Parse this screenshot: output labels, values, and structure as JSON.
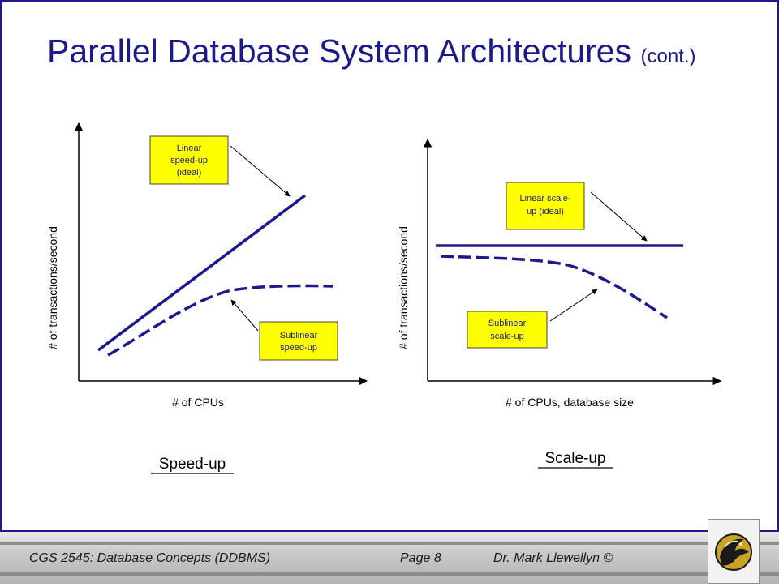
{
  "slide": {
    "title": "Parallel Database System Architectures",
    "title_suffix": "(cont.)"
  },
  "diagrams": {
    "speedup": {
      "y_axis_label": "# of transactions/second",
      "x_axis_label": "# of CPUs",
      "caption": "Speed-up",
      "callout_linear": [
        "Linear",
        "speed-up",
        "(ideal)"
      ],
      "callout_sublinear": [
        "Sublinear",
        "speed-up"
      ]
    },
    "scaleup": {
      "y_axis_label": "# of transactions/second",
      "x_axis_label": "# of CPUs, database size",
      "caption": "Scale-up",
      "callout_linear": [
        "Linear scale-",
        "up (ideal)"
      ],
      "callout_sublinear": [
        "Sublinear",
        "scale-up"
      ]
    }
  },
  "footer": {
    "course": "CGS 2545: Database Concepts  (DDBMS)",
    "page": "Page 8",
    "author": "Dr. Mark Llewellyn ©"
  },
  "colors": {
    "title": "#1a1a8c",
    "line": "#1a1a8c",
    "callout_fill": "#ffff00",
    "frame": "#1a1a8c"
  },
  "icons": {
    "logo": "pegasus-logo-icon"
  }
}
